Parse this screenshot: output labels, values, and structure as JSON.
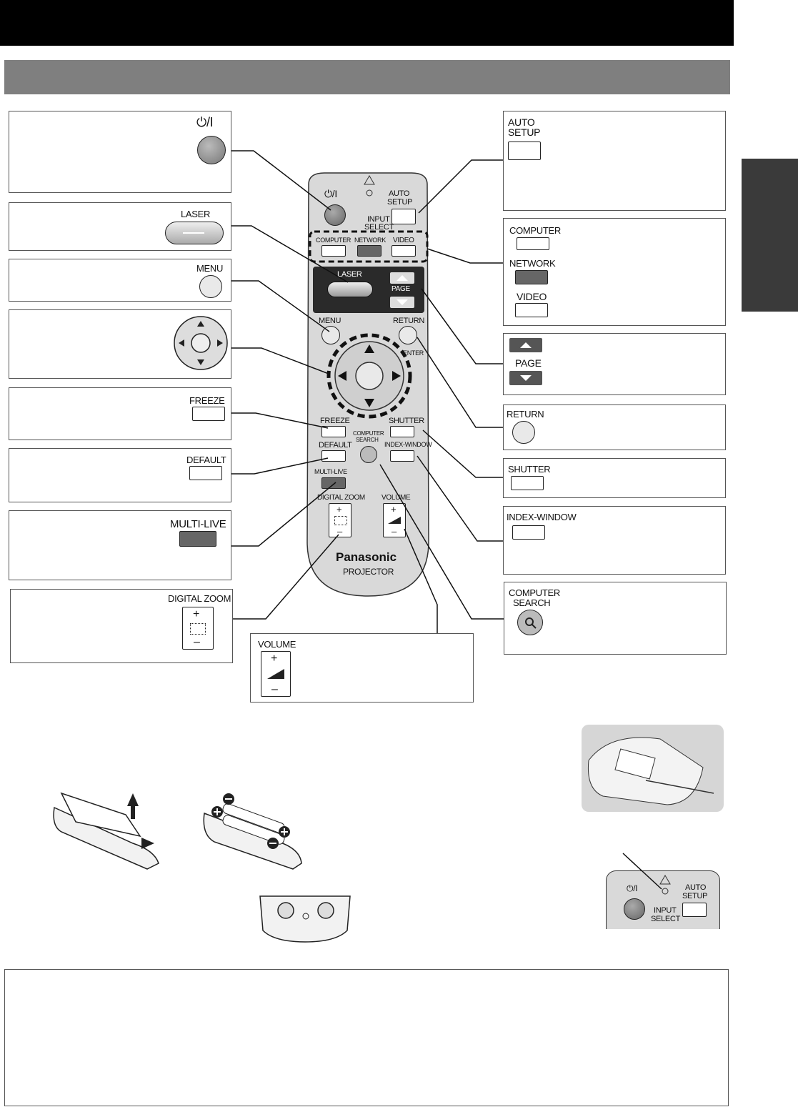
{
  "remote": {
    "power_label": "⏻/I",
    "auto_label": "AUTO",
    "setup_label": "SETUP",
    "input_label": "INPUT",
    "select_label": "SELECT",
    "computer_label": "COMPUTER",
    "network_label": "NETWORK",
    "video_label": "VIDEO",
    "laser_label": "LASER",
    "page_label": "PAGE",
    "menu_label": "MENU",
    "return_label": "RETURN",
    "enter_label": "ENTER",
    "freeze_label": "FREEZE",
    "shutter_label": "SHUTTER",
    "computer_search_1": "COMPUTER",
    "computer_search_2": "SEARCH",
    "default_label": "DEFAULT",
    "index_label": "INDEX-WINDOW",
    "multilive_label": "MULTI-LIVE",
    "digital_zoom_label": "DIGITAL ZOOM",
    "volume_label": "VOLUME",
    "plus": "+",
    "minus": "–",
    "brand": "Panasonic",
    "product": "PROJECTOR"
  },
  "callouts": {
    "power": "⏻/I",
    "laser": "LASER",
    "menu": "MENU",
    "freeze": "FREEZE",
    "default": "DEFAULT",
    "multilive": "MULTI-LIVE",
    "digital_zoom": "DIGITAL ZOOM",
    "volume": "VOLUME",
    "auto": "AUTO",
    "setup": "SETUP",
    "computer": "COMPUTER",
    "network": "NETWORK",
    "video": "VIDEO",
    "page": "PAGE",
    "return": "RETURN",
    "shutter": "SHUTTER",
    "index": "INDEX-WINDOW",
    "computer_search_1": "COMPUTER",
    "computer_search_2": "SEARCH",
    "plus": "+",
    "minus": "–"
  },
  "remote_top_detail": {
    "power": "⏻/I",
    "auto": "AUTO",
    "setup": "SETUP",
    "input": "INPUT",
    "select": "SELECT"
  }
}
